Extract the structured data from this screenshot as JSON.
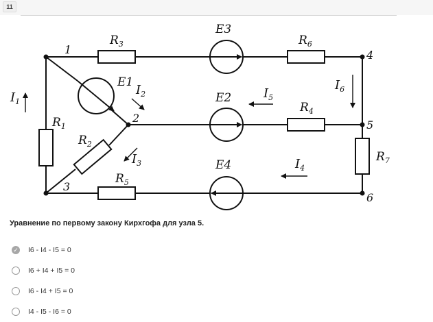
{
  "question_number": "11",
  "circuit": {
    "nodes": [
      "1",
      "2",
      "3",
      "4",
      "5",
      "6"
    ],
    "resistors": [
      {
        "main": "R",
        "sub": "3"
      },
      {
        "main": "R",
        "sub": "6"
      },
      {
        "main": "R",
        "sub": "4"
      },
      {
        "main": "R",
        "sub": "1"
      },
      {
        "main": "R",
        "sub": "2"
      },
      {
        "main": "R",
        "sub": "5"
      },
      {
        "main": "R",
        "sub": "7"
      }
    ],
    "sources": [
      "E3",
      "E1",
      "E2",
      "E4"
    ],
    "currents": [
      {
        "main": "I",
        "sub": "1"
      },
      {
        "main": "I",
        "sub": "2"
      },
      {
        "main": "I",
        "sub": "3"
      },
      {
        "main": "I",
        "sub": "4"
      },
      {
        "main": "I",
        "sub": "5"
      },
      {
        "main": "I",
        "sub": "6"
      }
    ]
  },
  "question": "Уравнение по первому закону Кирхгофа для узла 5.",
  "options": [
    {
      "label": "I6 - I4 - I5 = 0",
      "selected": true
    },
    {
      "label": "I6 + I4 + I5 = 0",
      "selected": false
    },
    {
      "label": "I6 - I4 + I5 = 0",
      "selected": false
    },
    {
      "label": "I4 - I5 - I6  = 0",
      "selected": false
    }
  ]
}
